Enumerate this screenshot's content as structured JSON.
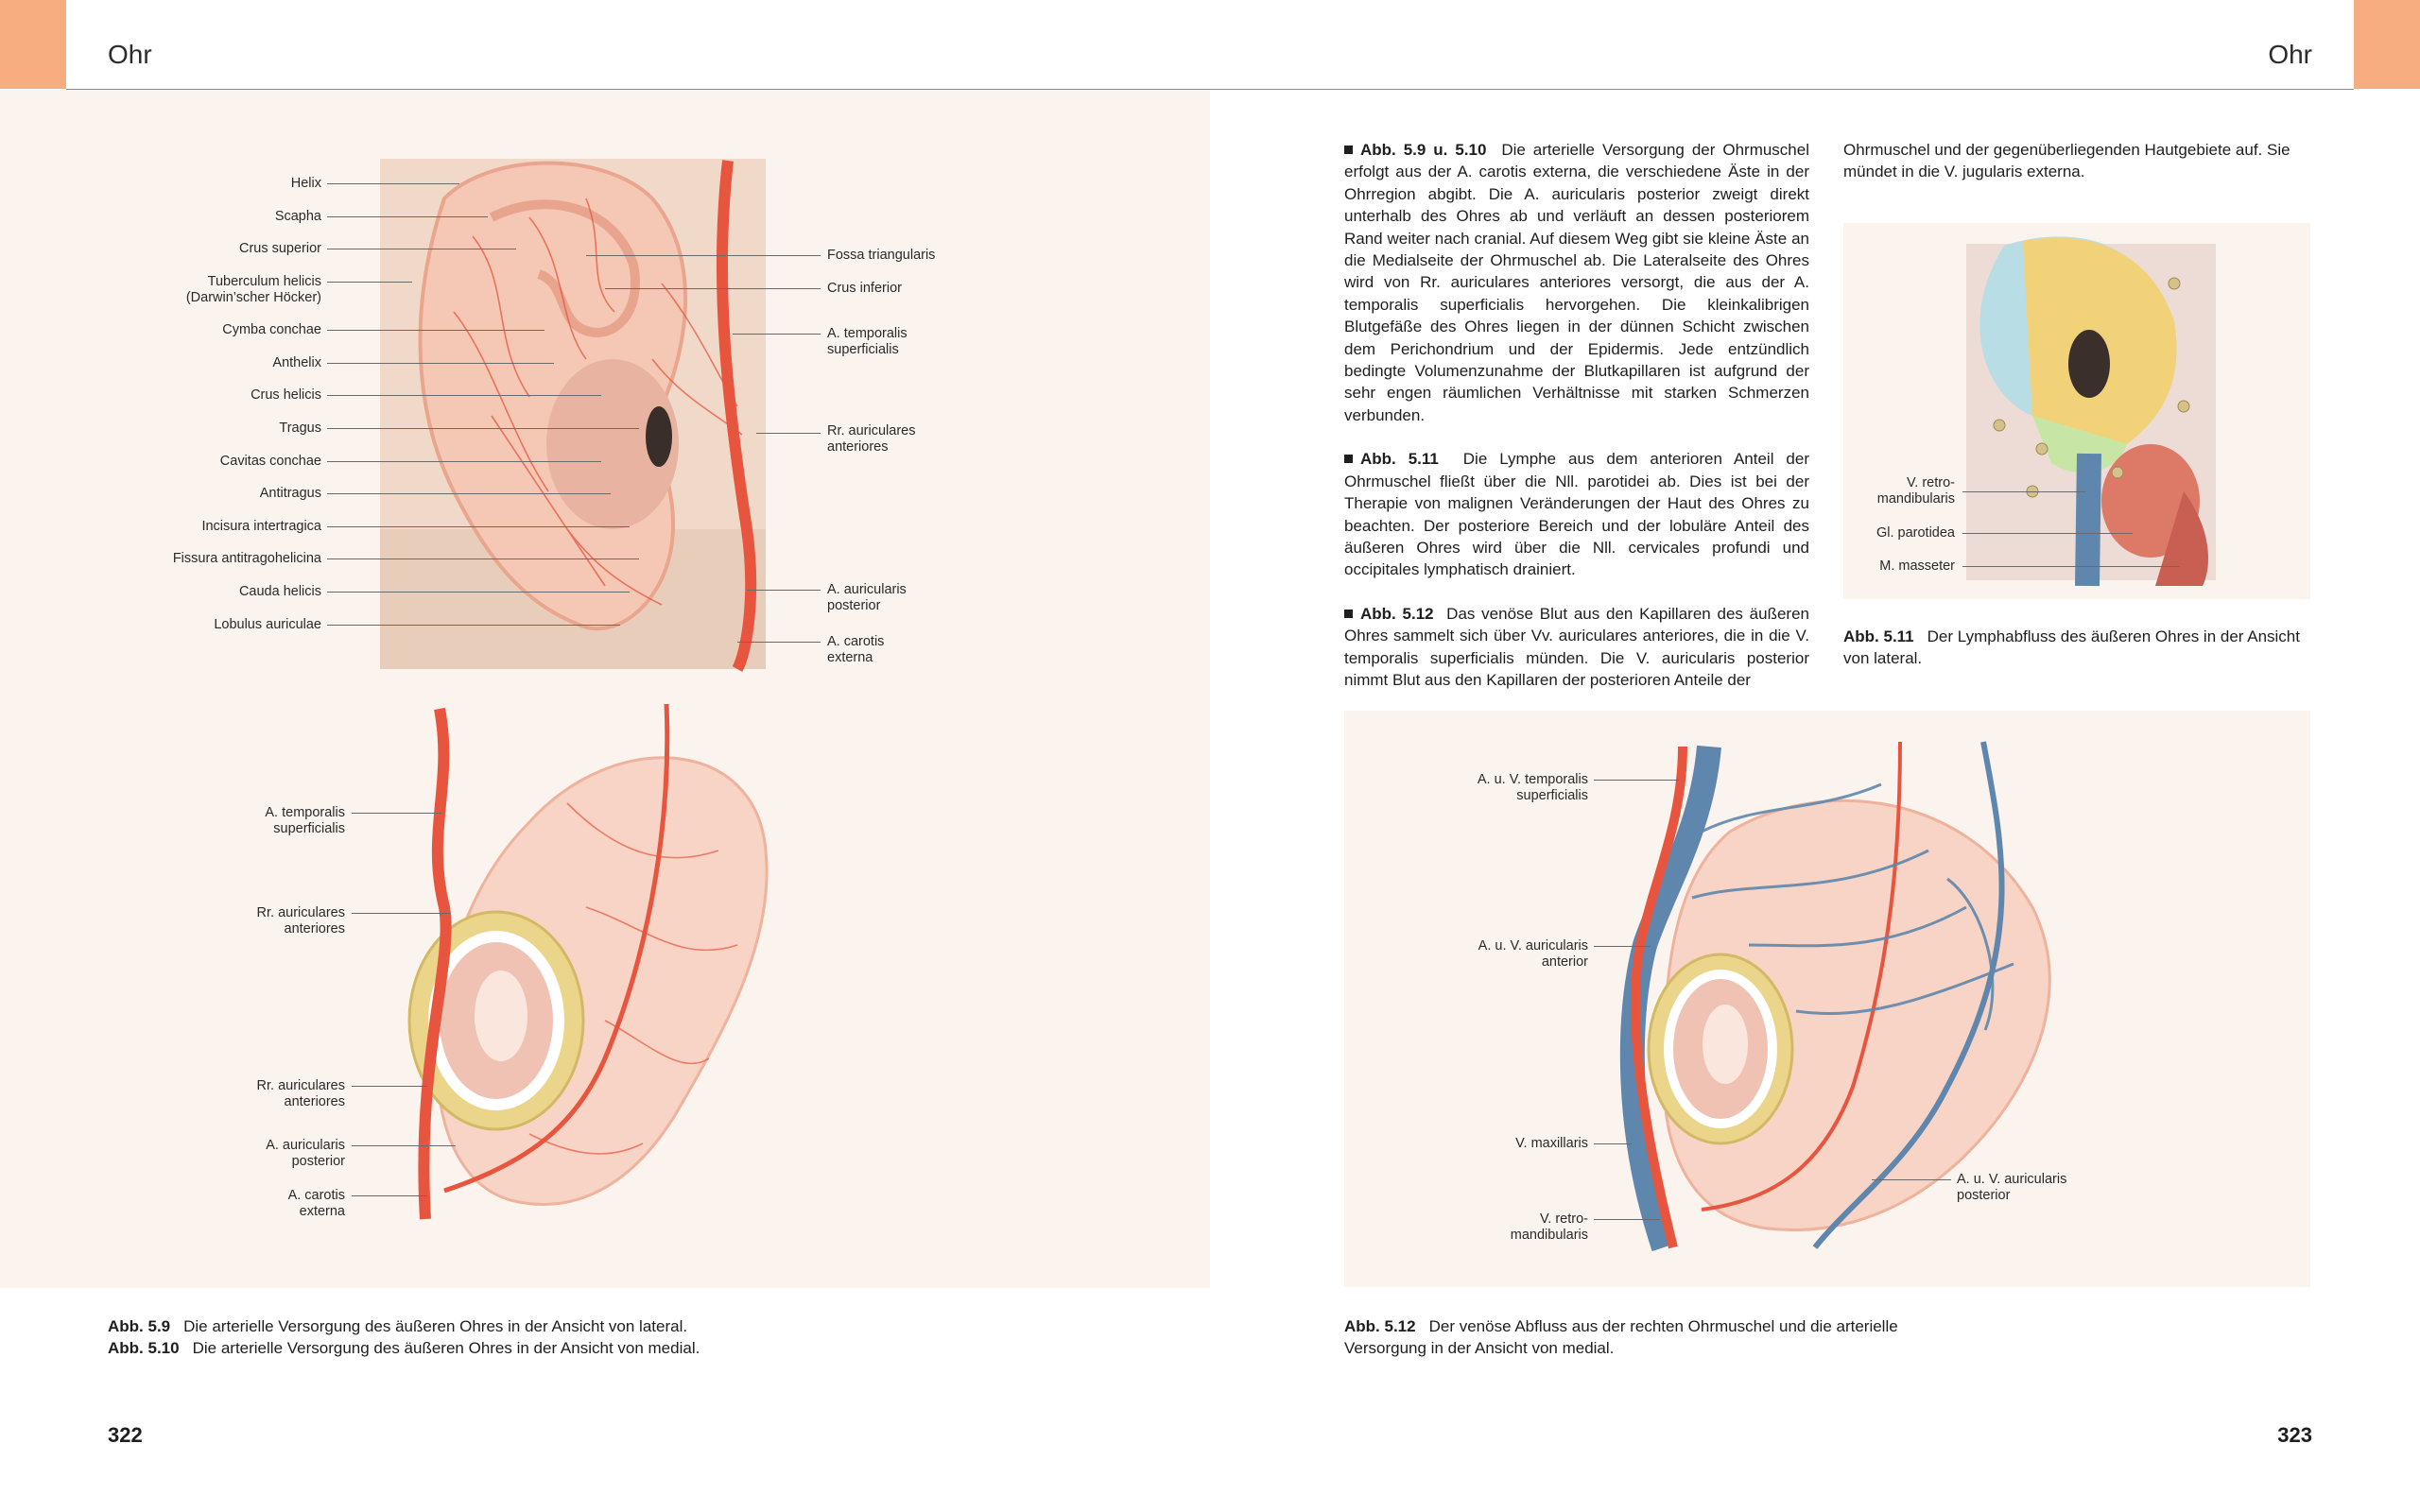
{
  "header": {
    "left_title": "Ohr",
    "right_title": "Ohr"
  },
  "page_numbers": {
    "left": "322",
    "right": "323"
  },
  "colors": {
    "tab": "#f7ad7f",
    "panel": "#faf3ee",
    "artery": "#e8553f",
    "vein": "#5f87ad"
  },
  "fig_5_9": {
    "labels_left": [
      "Helix",
      "Scapha",
      "Crus superior",
      "Tuberculum helicis\n(Darwin’scher Höcker)",
      "Cymba conchae",
      "Anthelix",
      "Crus helicis",
      "Tragus",
      "Cavitas conchae",
      "Antitragus",
      "Incisura intertragica",
      "Fissura antitragohelicina",
      "Cauda helicis",
      "Lobulus auriculae"
    ],
    "labels_right": [
      "Fossa triangularis",
      "Crus inferior",
      "A. temporalis\nsuperficialis",
      "Rr. auriculares\nanteriores",
      "A. auricularis\nposterior",
      "A. carotis\nexterna"
    ]
  },
  "fig_5_10": {
    "labels": [
      "A. temporalis\nsuperficialis",
      "Rr. auriculares\nanteriores",
      "Rr. auriculares\nanteriores",
      "A. auricularis\nposterior",
      "A. carotis\nexterna"
    ]
  },
  "fig_5_11": {
    "labels": [
      "V. retro-\nmandibularis",
      "Gl. parotidea",
      "M. masseter"
    ]
  },
  "fig_5_12": {
    "labels_left": [
      "A. u. V. temporalis\nsuperficialis",
      "A. u. V. auricularis\nanterior",
      "V. maxillaris",
      "V. retro-\nmandibularis"
    ],
    "labels_right": [
      "A. u. V. auricularis\nposterior"
    ]
  },
  "text": {
    "p1_ref": "Abb. 5.9 u. 5.10",
    "p1": "Die arterielle Versorgung der Ohrmuschel erfolgt aus der A. carotis externa, die verschiedene Äste in der Ohrregion abgibt. Die A. auricularis posterior zweigt direkt unterhalb des Ohres ab und verläuft an dessen posteriorem Rand weiter nach cranial. Auf diesem Weg gibt sie kleine Äste an die Medialseite der Ohrmuschel ab. Die Lateralseite des Ohres wird von Rr. auriculares anteriores versorgt, die aus der A. temporalis superficialis hervorgehen. Die kleinkalibrigen Blutgefäße des Ohres liegen in der dünnen Schicht zwischen dem Perichondrium und der Epidermis. Jede entzündlich bedingte Volumenzunahme der Blutkapillaren ist aufgrund der sehr engen räumlichen Verhältnisse mit starken Schmerzen verbunden.",
    "p2_ref": "Abb. 5.11",
    "p2": "Die Lymphe aus dem anterioren Anteil der Ohrmuschel fließt über die Nll. parotidei ab. Dies ist bei der Therapie von malignen Veränderungen der Haut des Ohres zu beachten. Der posteriore Bereich und der lobuläre Anteil des äußeren Ohres wird über die Nll. cervicales profundi und occipitales lymphatisch drainiert.",
    "p3_ref": "Abb. 5.12",
    "p3": "Das venöse Blut aus den Kapillaren des äußeren Ohres sammelt sich über Vv. auriculares anteriores, die in die V. temporalis superficialis münden. Die V. auricularis posterior nimmt Blut aus den Kapillaren der posterioren Anteile der",
    "col2": "Ohrmuschel und der gegenüberliegenden Hautgebiete auf. Sie mündet in die V. jugularis externa."
  },
  "captions": {
    "c59_ref": "Abb. 5.9",
    "c59": "Die arterielle Versorgung des äußeren Ohres in der Ansicht von lateral.",
    "c510_ref": "Abb. 5.10",
    "c510": "Die arterielle Versorgung des äußeren Ohres in der Ansicht von medial.",
    "c511_ref": "Abb. 5.11",
    "c511": "Der Lymphabfluss des äußeren Ohres in der Ansicht von lateral.",
    "c512_ref": "Abb. 5.12",
    "c512": "Der venöse Abfluss aus der rechten Ohrmuschel und die arterielle Versorgung in der Ansicht von medial."
  }
}
